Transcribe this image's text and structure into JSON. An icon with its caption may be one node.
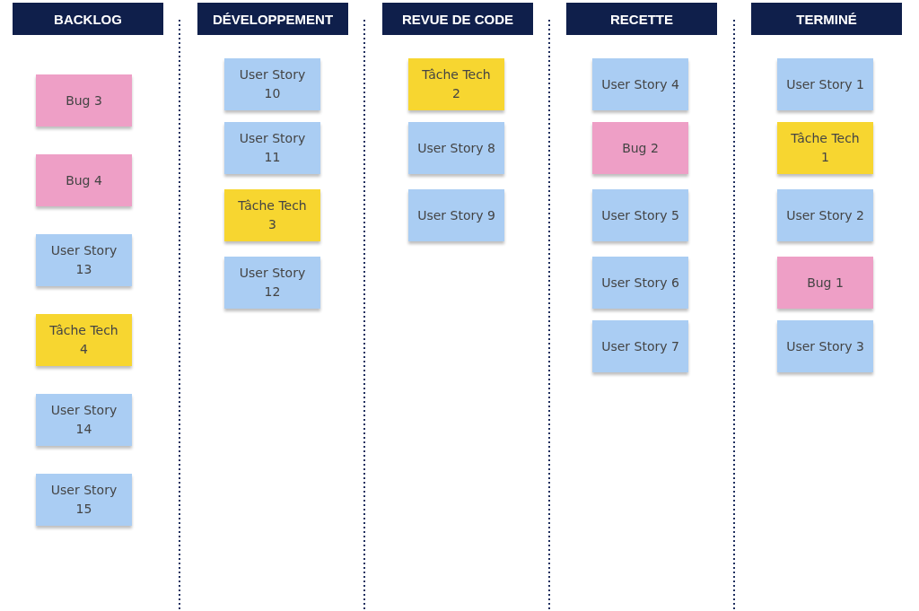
{
  "diagram": {
    "nodes": [
      {
        "text": [
          "BACKLOG"
        ]
      },
      {
        "text": [
          "Bug 3"
        ]
      },
      {
        "text": [
          "Bug 4"
        ]
      },
      {
        "text": [
          "User Story 13"
        ]
      },
      {
        "text": [
          "Tâche Tech 4"
        ]
      },
      {
        "text": [
          "User Story 14"
        ]
      },
      {
        "text": [
          "User Story 15"
        ]
      },
      {
        "text": [
          "DÉVELOPPEMENT"
        ]
      },
      {
        "text": [
          "User Story 10"
        ]
      },
      {
        "text": [
          "User Story 11"
        ]
      },
      {
        "text": [
          "Tâche Tech 3"
        ]
      },
      {
        "text": [
          "User Story 12"
        ]
      },
      {
        "text": [
          "REVUE DE CODE"
        ]
      },
      {
        "text": [
          "Tâche Tech 2"
        ]
      },
      {
        "text": [
          "User Story 8"
        ]
      },
      {
        "text": [
          "User Story 9"
        ]
      },
      {
        "text": [
          "RECETTE"
        ]
      },
      {
        "text": [
          "User Story 4"
        ]
      },
      {
        "text": [
          "Bug 2"
        ]
      },
      {
        "text": [
          "User Story 5"
        ]
      },
      {
        "text": [
          "User Story 6"
        ]
      },
      {
        "text": [
          "User Story 7"
        ]
      },
      {
        "text": [
          "TERMINÉ"
        ]
      },
      {
        "text": [
          "User Story 1"
        ]
      },
      {
        "text": [
          "Tâche Tech 1"
        ]
      },
      {
        "text": [
          "User Story 2"
        ]
      },
      {
        "text": [
          "Bug 1"
        ]
      },
      {
        "text": [
          "User Story 3"
        ]
      }
    ],
    "edges": []
  }
}
